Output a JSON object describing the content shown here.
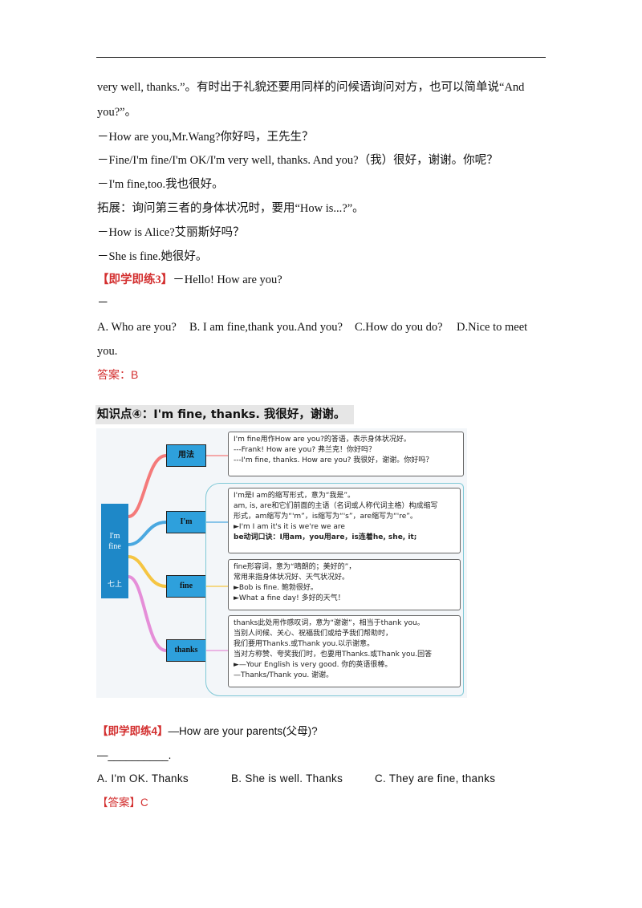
{
  "intro_lines": [
    "very well, thanks.”。有时出于礼貌还要用同样的问候语询问对方，也可以简单说“And",
    "you?”。",
    "－How are you,Mr.Wang?你好吗，王先生？",
    "－Fine/I'm fine/I'm OK/I'm very well, thanks. And you?（我）很好，谢谢。你呢？",
    "－I'm fine,too.我也很好。",
    "拓展：询问第三者的身体状况时，要用“How is...?”。",
    "－How is Alice?艾丽斯好吗？",
    "－She is fine.她很好。"
  ],
  "practice3": {
    "label": "【即学即练3】",
    "question": "－Hello! How are you?",
    "blank": "－",
    "options": [
      "A.  Who are you?",
      "B. I am fine,thank you.And you?",
      "C.How do you do?",
      "D.Nice to meet"
    ],
    "options_cont": "you.",
    "answer": "答案：B"
  },
  "knowledge4": {
    "heading": "知识点④：I'm  fine,  thanks.  我很好，谢谢。"
  },
  "mindmap": {
    "root_line1": "I'm",
    "root_line2": "fine",
    "root_grade": "七上",
    "branches": [
      {
        "label": "用法",
        "color": "#f47a7a",
        "lines": [
          "I'm fine用作How are you?的答语，表示身体状况好。",
          "---Frank! How are you? 弗兰克！你好吗？",
          "---I'm fine, thanks. How are you? 我很好，谢谢。你好吗？"
        ]
      },
      {
        "label": "I'm",
        "color": "#4aa8e0",
        "lines": [
          "I'm是I am的缩写形式，意为“我是”。",
          "am, is, are和它们前面的主语（名词或人称代词主格）构成缩写",
          "形式，am缩写为“'m”，is缩写为“'s”，are缩写为“'re”。",
          "►I'm  I am    it's   it is    we're  we are",
          "be动词口诀：I用am，you用are，is连着he, she, it;"
        ]
      },
      {
        "label": "fine",
        "color": "#f5c542",
        "lines": [
          "fine形容词，意为“晴朗的；美好的”，",
          "常用来指身体状况好、天气状况好。",
          "►Bob is fine.      鲍勃很好。",
          "►What a fine day!  多好的天气！"
        ]
      },
      {
        "label": "thanks",
        "color": "#e58ed8",
        "lines": [
          "thanks此处用作感叹词，意为“谢谢”，相当于thank you。",
          "当别人问候、关心、祝福我们或给予我们帮助时，",
          "我们要用Thanks.或Thank you.以示谢意。",
          "当对方称赞、夸奖我们时，也要用Thanks.或Thank you.回答",
          "►—Your English is very good. 你的英语很棒。",
          "  —Thanks/Thank you. 谢谢。"
        ]
      }
    ]
  },
  "practice4": {
    "label": "【即学即练4】",
    "question": "—How  are  your  parents(父母)?",
    "blank": "—__________.",
    "options": [
      "A.  I'm  OK.  Thanks",
      "B.  She  is  well.  Thanks",
      "C.  They  are  fine,  thanks"
    ],
    "answer_label": "【答案】",
    "answer_value": "C"
  }
}
